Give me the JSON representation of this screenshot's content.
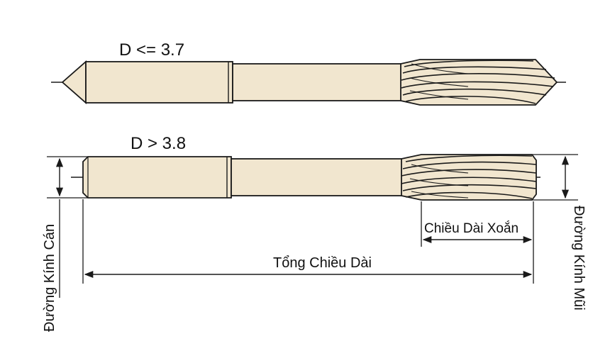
{
  "labels": {
    "top_condition": "D <= 3.7",
    "bottom_condition": "D > 3.8",
    "shank_diameter": "Đường Kính Cán",
    "flute_length": "Chiều Dài Xoắn",
    "overall_length": "Tổng Chiều Dài",
    "tip_diameter": "Đường Kính Mũi"
  },
  "colors": {
    "body_fill": "#f1e6cf",
    "outline": "#1a1a1a",
    "background": "#ffffff"
  }
}
